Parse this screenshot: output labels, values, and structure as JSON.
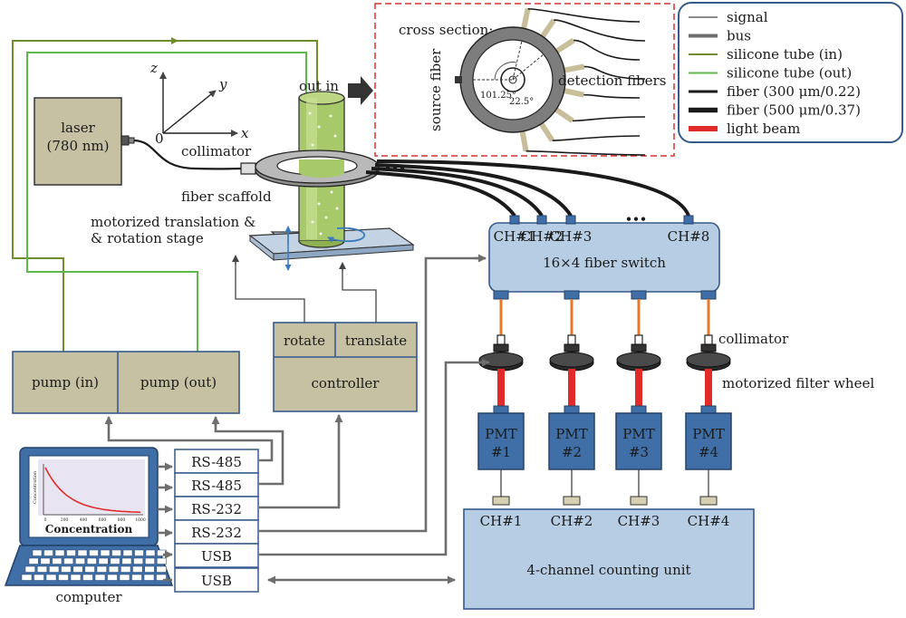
{
  "colors": {
    "box_tan": "#c7c1a3",
    "box_blue": "#b7cde3",
    "pmt_blue": "#3f6fa6",
    "signal": "#444444",
    "bus": "#6e6e6e",
    "tube_in": "#6f8e2a",
    "tube_out": "#5fb84a",
    "fiber": "#1a1a1a",
    "light_beam": "#e12b2b",
    "dashed_frame": "#d63333",
    "legend_frame": "#355a8c"
  },
  "legend": [
    {
      "label": "signal",
      "kind": "signal"
    },
    {
      "label": "bus",
      "kind": "bus"
    },
    {
      "label": "silicone tube (in)",
      "kind": "tube_in"
    },
    {
      "label": "silicone tube (out)",
      "kind": "tube_out"
    },
    {
      "label": "fiber (300 μm/0.22)",
      "kind": "fiber300"
    },
    {
      "label": "fiber (500 μm/0.37)",
      "kind": "fiber500"
    },
    {
      "label": "light beam",
      "kind": "beam"
    }
  ],
  "inset": {
    "title": "cross section:",
    "source_fiber": "source fiber",
    "detection_fibers": "detection fibers",
    "angle1": "101.25°",
    "angle2": "22.5°"
  },
  "axes": {
    "z": "z",
    "y": "y",
    "x": "x",
    "origin": "0"
  },
  "laser": {
    "line1": "laser",
    "line2": "(780 nm)"
  },
  "labels": {
    "collimator_top": "collimator",
    "out_in": "out in",
    "fiber_scaffold": "fiber scaffold",
    "stage_line1": "motorized translation &",
    "stage_line2": "& rotation stage",
    "collimator_right": "collimator",
    "filter_wheel": "motorized filter wheel",
    "dots": "•••"
  },
  "pumps": {
    "in": "pump (in)",
    "out": "pump (out)"
  },
  "controller": {
    "rotate": "rotate",
    "translate": "translate",
    "title": "controller"
  },
  "fiber_switch": {
    "title": "16×4 fiber switch",
    "channels": [
      "CH#1",
      "CH#2",
      "CH#3",
      "CH#8"
    ]
  },
  "pmts": [
    {
      "line1": "PMT",
      "line2": "#1"
    },
    {
      "line1": "PMT",
      "line2": "#2"
    },
    {
      "line1": "PMT",
      "line2": "#3"
    },
    {
      "line1": "PMT",
      "line2": "#4"
    }
  ],
  "counting_unit": {
    "title": "4-channel counting unit",
    "channels": [
      "CH#1",
      "CH#2",
      "CH#3",
      "CH#4"
    ]
  },
  "ports": [
    "RS-485",
    "RS-485",
    "RS-232",
    "RS-232",
    "USB",
    "USB"
  ],
  "computer": {
    "label": "computer",
    "screen_title": "Concentration",
    "ylabel": "Concentration",
    "ticks": [
      "0",
      "200",
      "400",
      "600",
      "800",
      "1000"
    ]
  }
}
